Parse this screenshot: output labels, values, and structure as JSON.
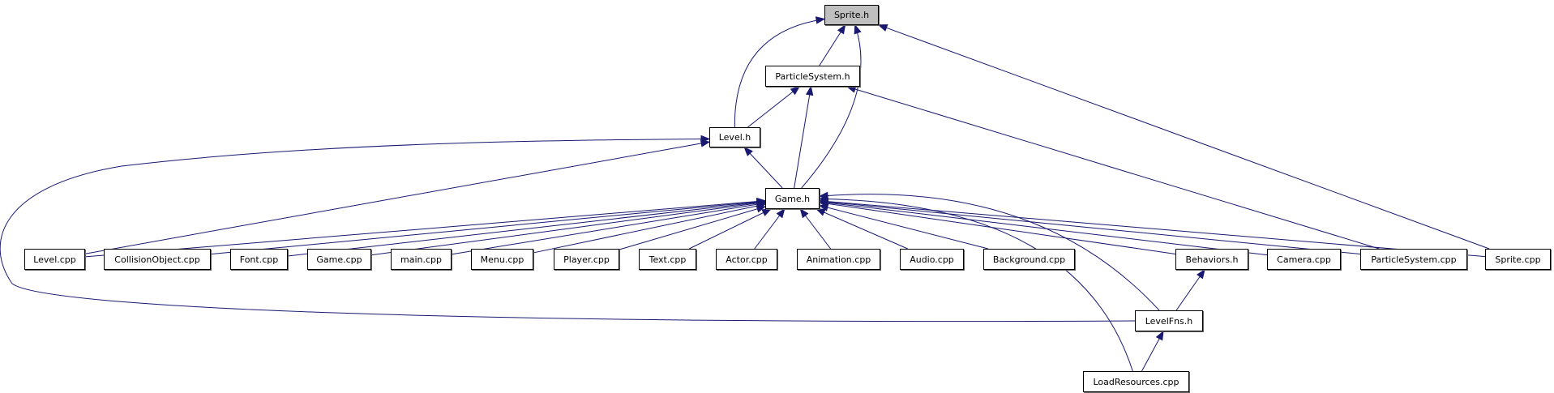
{
  "colors": {
    "edge": "#191970",
    "root_fill": "#bfbfbf",
    "node_fill": "#ffffff"
  },
  "nodes": [
    {
      "id": "sprite_h",
      "label": "Sprite.h",
      "root": true
    },
    {
      "id": "particlesystem_h",
      "label": "ParticleSystem.h"
    },
    {
      "id": "level_h",
      "label": "Level.h"
    },
    {
      "id": "game_h",
      "label": "Game.h"
    },
    {
      "id": "level_cpp",
      "label": "Level.cpp"
    },
    {
      "id": "collisionobject_cpp",
      "label": "CollisionObject.cpp"
    },
    {
      "id": "font_cpp",
      "label": "Font.cpp"
    },
    {
      "id": "game_cpp",
      "label": "Game.cpp"
    },
    {
      "id": "main_cpp",
      "label": "main.cpp"
    },
    {
      "id": "menu_cpp",
      "label": "Menu.cpp"
    },
    {
      "id": "player_cpp",
      "label": "Player.cpp"
    },
    {
      "id": "text_cpp",
      "label": "Text.cpp"
    },
    {
      "id": "actor_cpp",
      "label": "Actor.cpp"
    },
    {
      "id": "animation_cpp",
      "label": "Animation.cpp"
    },
    {
      "id": "audio_cpp",
      "label": "Audio.cpp"
    },
    {
      "id": "background_cpp",
      "label": "Background.cpp"
    },
    {
      "id": "behaviors_h",
      "label": "Behaviors.h"
    },
    {
      "id": "camera_cpp",
      "label": "Camera.cpp"
    },
    {
      "id": "particlesystem_cpp",
      "label": "ParticleSystem.cpp"
    },
    {
      "id": "sprite_cpp",
      "label": "Sprite.cpp"
    },
    {
      "id": "levelfns_h",
      "label": "LevelFns.h"
    },
    {
      "id": "loadresources_cpp",
      "label": "LoadResources.cpp"
    }
  ],
  "edges": [
    [
      "particlesystem_h",
      "sprite_h"
    ],
    [
      "level_h",
      "sprite_h"
    ],
    [
      "game_h",
      "sprite_h"
    ],
    [
      "sprite_cpp",
      "sprite_h"
    ],
    [
      "level_h",
      "particlesystem_h"
    ],
    [
      "game_h",
      "particlesystem_h"
    ],
    [
      "particlesystem_cpp",
      "particlesystem_h"
    ],
    [
      "game_h",
      "level_h"
    ],
    [
      "level_cpp",
      "level_h"
    ],
    [
      "levelfns_h",
      "level_h"
    ],
    [
      "level_cpp",
      "game_h"
    ],
    [
      "collisionobject_cpp",
      "game_h"
    ],
    [
      "font_cpp",
      "game_h"
    ],
    [
      "game_cpp",
      "game_h"
    ],
    [
      "main_cpp",
      "game_h"
    ],
    [
      "menu_cpp",
      "game_h"
    ],
    [
      "player_cpp",
      "game_h"
    ],
    [
      "text_cpp",
      "game_h"
    ],
    [
      "actor_cpp",
      "game_h"
    ],
    [
      "animation_cpp",
      "game_h"
    ],
    [
      "audio_cpp",
      "game_h"
    ],
    [
      "background_cpp",
      "game_h"
    ],
    [
      "behaviors_h",
      "game_h"
    ],
    [
      "camera_cpp",
      "game_h"
    ],
    [
      "particlesystem_cpp",
      "game_h"
    ],
    [
      "sprite_cpp",
      "game_h"
    ],
    [
      "levelfns_h",
      "game_h"
    ],
    [
      "loadresources_cpp",
      "game_h"
    ],
    [
      "levelfns_h",
      "behaviors_h"
    ],
    [
      "loadresources_cpp",
      "levelfns_h"
    ]
  ]
}
